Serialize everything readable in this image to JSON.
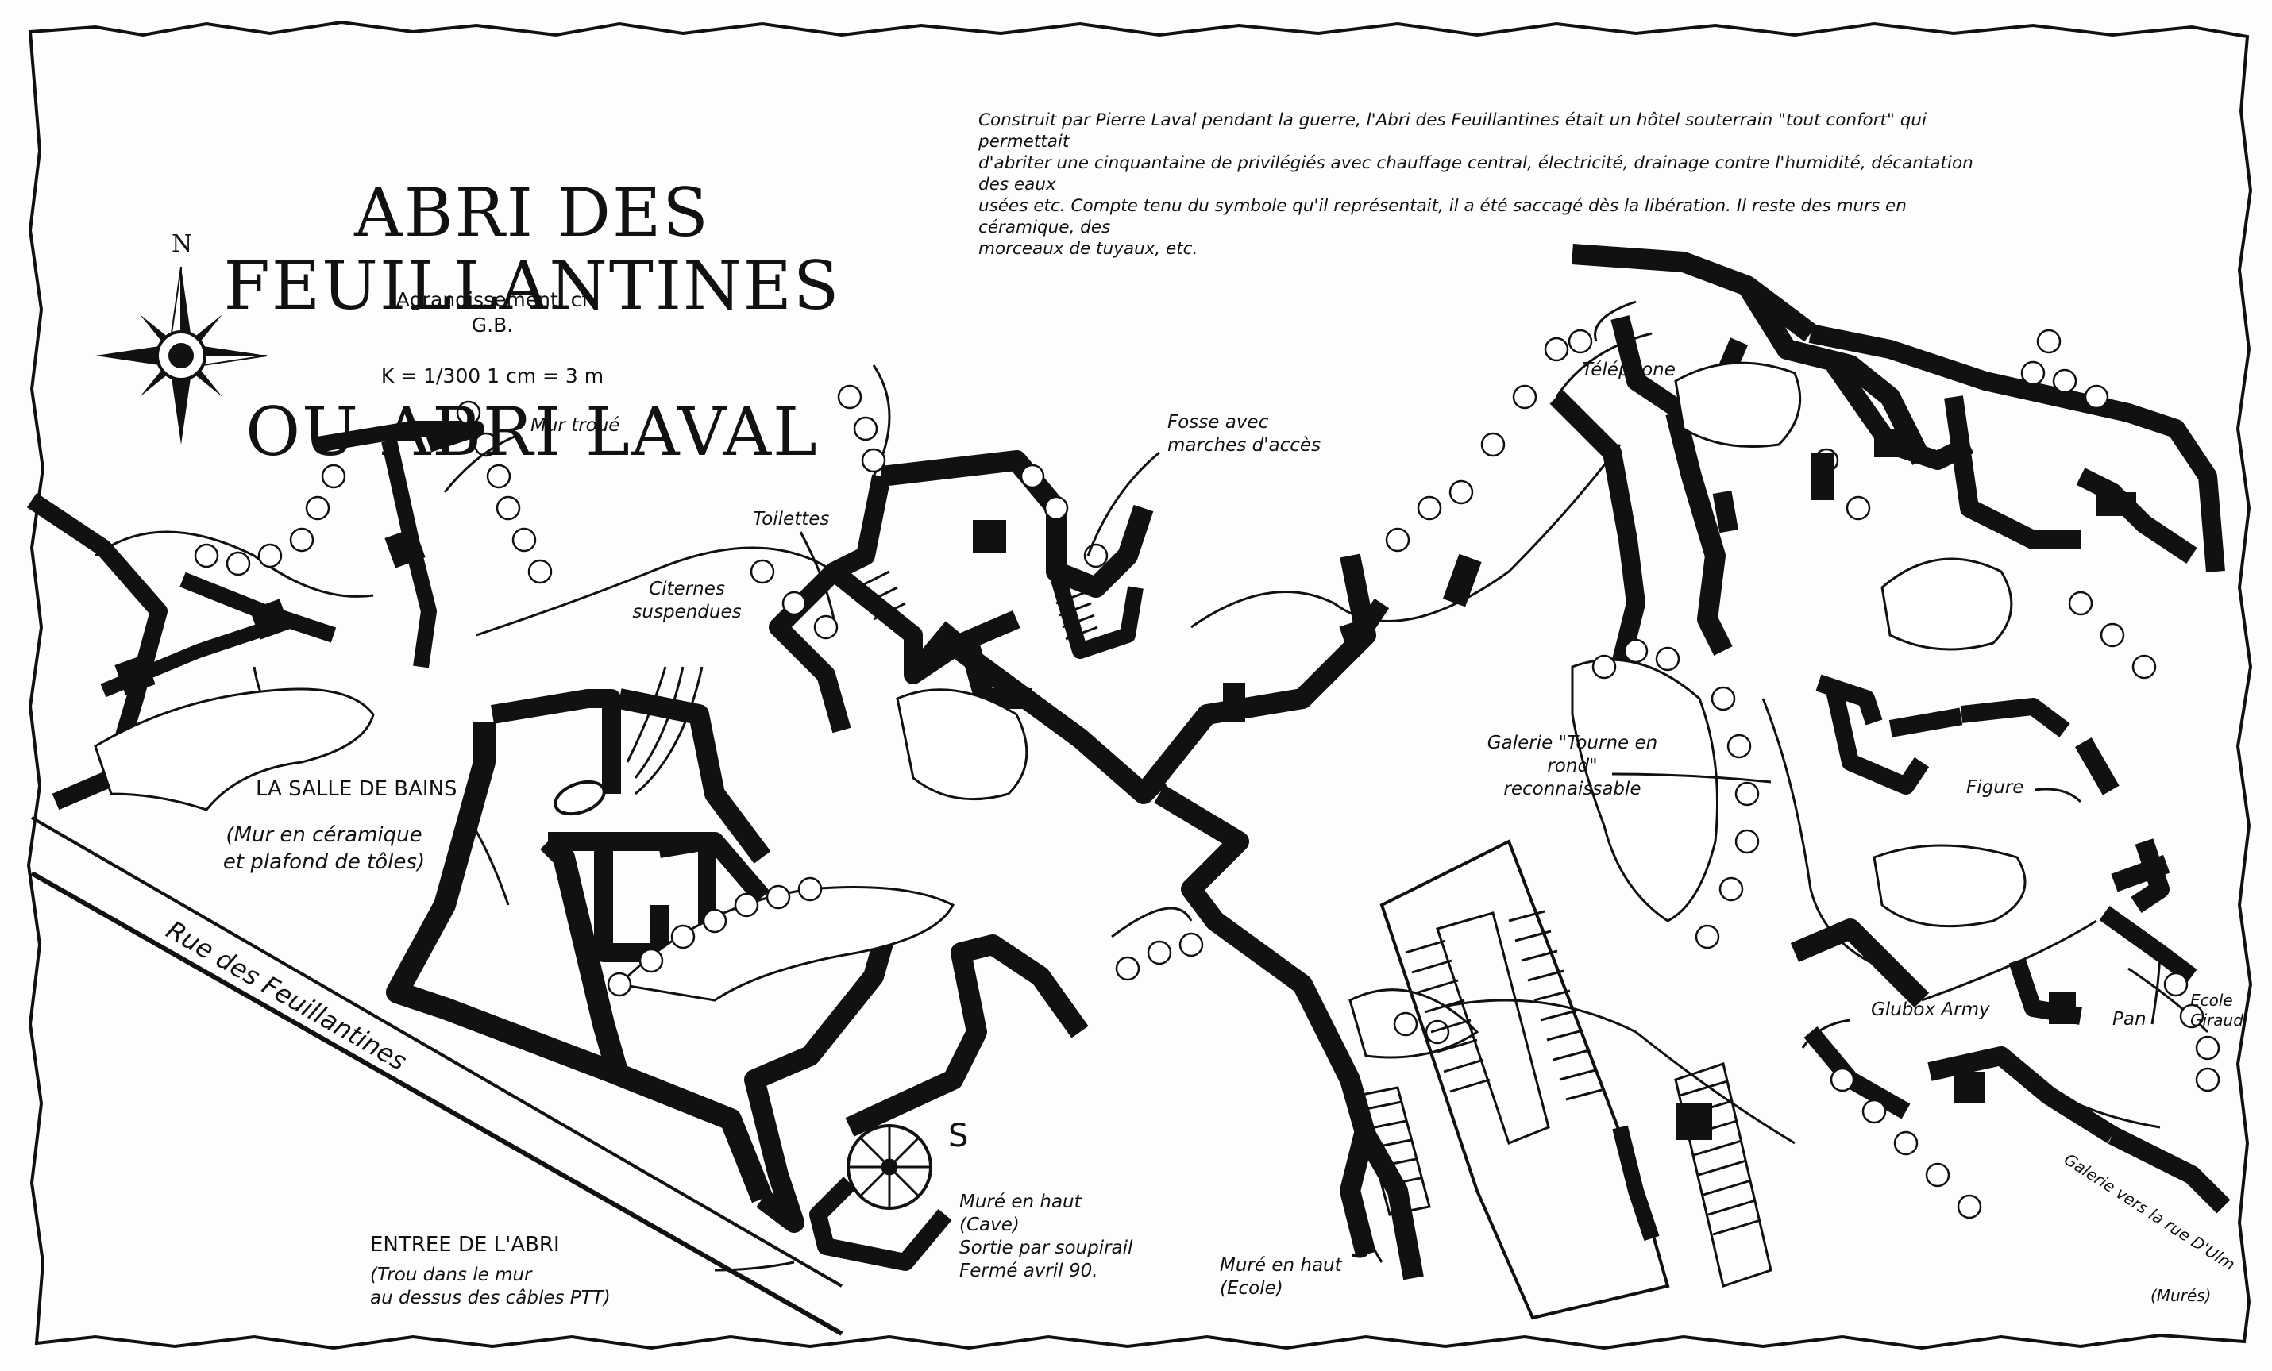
{
  "title": {
    "line1": "ABRI DES FEUILLANTINES",
    "line2": "OU ABRI LAVAL"
  },
  "intro_text": "Construit par Pierre Laval pendant la guerre, l'Abri des Feuillantines était un hôtel souterrain \"tout confort\" qui permettait\nd'abriter une cinquantaine de privilégiés avec chauffage central, électricité, drainage contre l'humidité, décantation des eaux\nusées etc. Compte tenu du symbole qu'il représentait, il a été saccagé dès la libération. Il reste des murs en céramique, des\nmorceaux de tuyaux, etc.",
  "scale": {
    "line1": "Agrandissement. cf G.B.",
    "line2": "K = 1/300  1 cm = 3 m"
  },
  "compass": {
    "north": "N"
  },
  "labels": {
    "mur_troue": "Mur troué",
    "toilettes": "Toilettes",
    "citernes": "Citernes\nsuspendues",
    "fosse": "Fosse avec\nmarches d'accès",
    "telephone": "Téléphone",
    "salle_de_bains": "LA SALLE DE BAINS",
    "salle_de_bains_note": "(Mur en céramique\net plafond de tôles)",
    "galerie_tourne": "Galerie \"Tourne en rond\"\nreconnaissable",
    "figure": "Figure",
    "glubox": "Glubox Army",
    "pan": "Pan",
    "ecole": "Ecole\nGiraud",
    "galerie_ulm": "Galerie vers la rue D'Ulm",
    "rue": "Rue des Feuillantines",
    "entree": "ENTREE DE L'ABRI",
    "entree_note": "(Trou dans le mur\nau dessus des câbles PTT)",
    "mure_cave": "Muré en haut\n(Cave)\nSortie par soupirail\nFermé avril 90.",
    "mure_ecole": "Muré en haut\n(Ecole)",
    "mures": "(Murés)",
    "stair_s_left": "S",
    "stair_s_right": "S"
  },
  "colors": {
    "ink": "#111111",
    "paper": "#fdfdfb"
  }
}
